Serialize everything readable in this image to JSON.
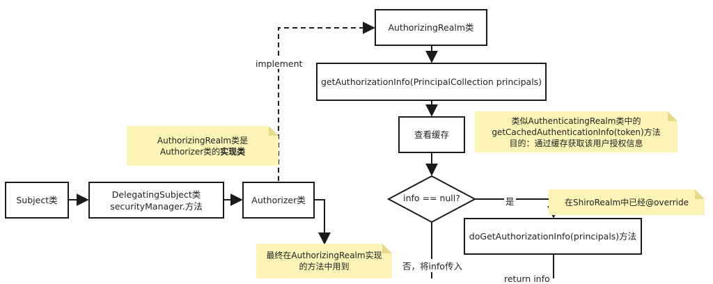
{
  "nodes": {
    "subject": "Subject类",
    "delegating": [
      "DelegatingSubject类",
      "securityManager.方法"
    ],
    "authorizer": "Authorizer类",
    "authorizing_realm": "AuthorizingRealm类",
    "get_authorization_info": "getAuthorizationInfo(PrincipalCollection principals)",
    "check_cache": "查看缓存",
    "decision": "info == null?",
    "do_get_authorization_info": "doGetAuthorizationInfo(principals)方法"
  },
  "edge_labels": {
    "implement": "implement",
    "yes": "是",
    "no": "否，将info传入",
    "partial_bottom": "return info"
  },
  "notes": {
    "authorizer_impl": {
      "line1": "AuthorizingRealm类是",
      "line2_plain": "Authorizer类的",
      "line2_bold": "实现类"
    },
    "cache_note": [
      "类似AuthenticatingRealm类中的",
      "getCachedAuthenticationInfo(token)方法",
      "目的：通过缓存获取该用户授权信息"
    ],
    "override_note": "在ShiroRealm中已经@override",
    "final_note": [
      "最终在AuthorizingRealm实现",
      "的方法中用到"
    ]
  }
}
